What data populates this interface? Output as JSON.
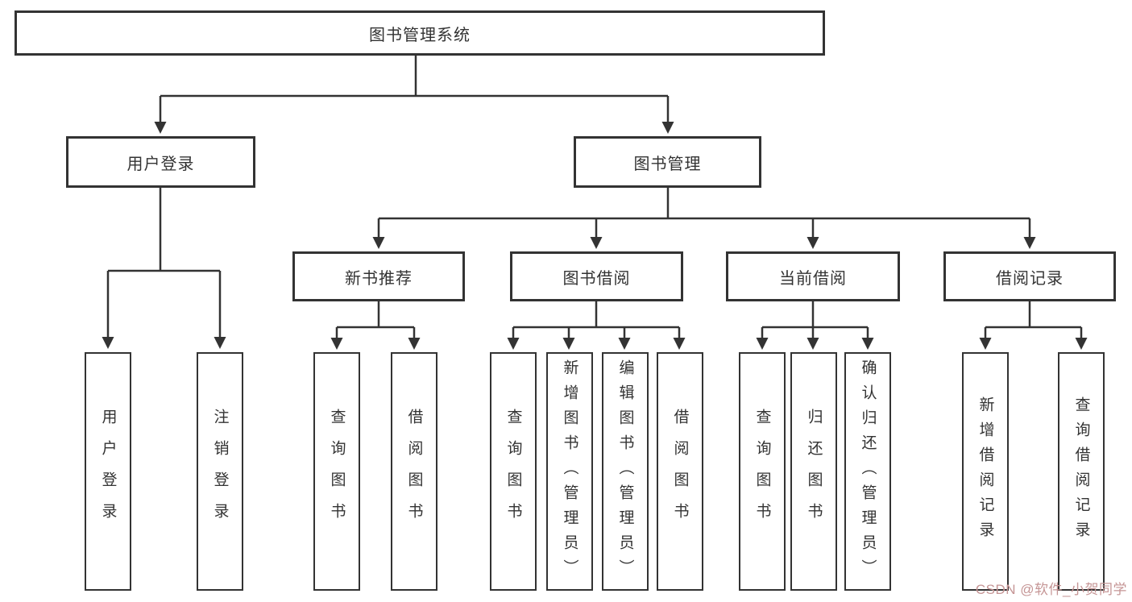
{
  "root": {
    "label": "图书管理系统",
    "children": [
      {
        "label": "用户登录",
        "children": [
          {
            "label": "用户登录"
          },
          {
            "label": "注销登录"
          }
        ]
      },
      {
        "label": "图书管理",
        "children": [
          {
            "label": "新书推荐",
            "children": [
              {
                "label": "查询图书"
              },
              {
                "label": "借阅图书"
              }
            ]
          },
          {
            "label": "图书借阅",
            "children": [
              {
                "label": "查询图书"
              },
              {
                "label": "新增图书（管理员）"
              },
              {
                "label": "编辑图书（管理员）"
              },
              {
                "label": "借阅图书"
              }
            ]
          },
          {
            "label": "当前借阅",
            "children": [
              {
                "label": "查询图书"
              },
              {
                "label": "归还图书"
              },
              {
                "label": "确认归还（管理员）"
              }
            ]
          },
          {
            "label": "借阅记录",
            "children": [
              {
                "label": "新增借阅记录"
              },
              {
                "label": "查询借阅记录"
              }
            ]
          }
        ]
      }
    ]
  },
  "watermark": {
    "text": "CSDN @软件_小贺同学"
  },
  "colors": {
    "line": "#333333",
    "text": "#333333",
    "box_background": "#ffffff",
    "watermark": "#c59595"
  }
}
